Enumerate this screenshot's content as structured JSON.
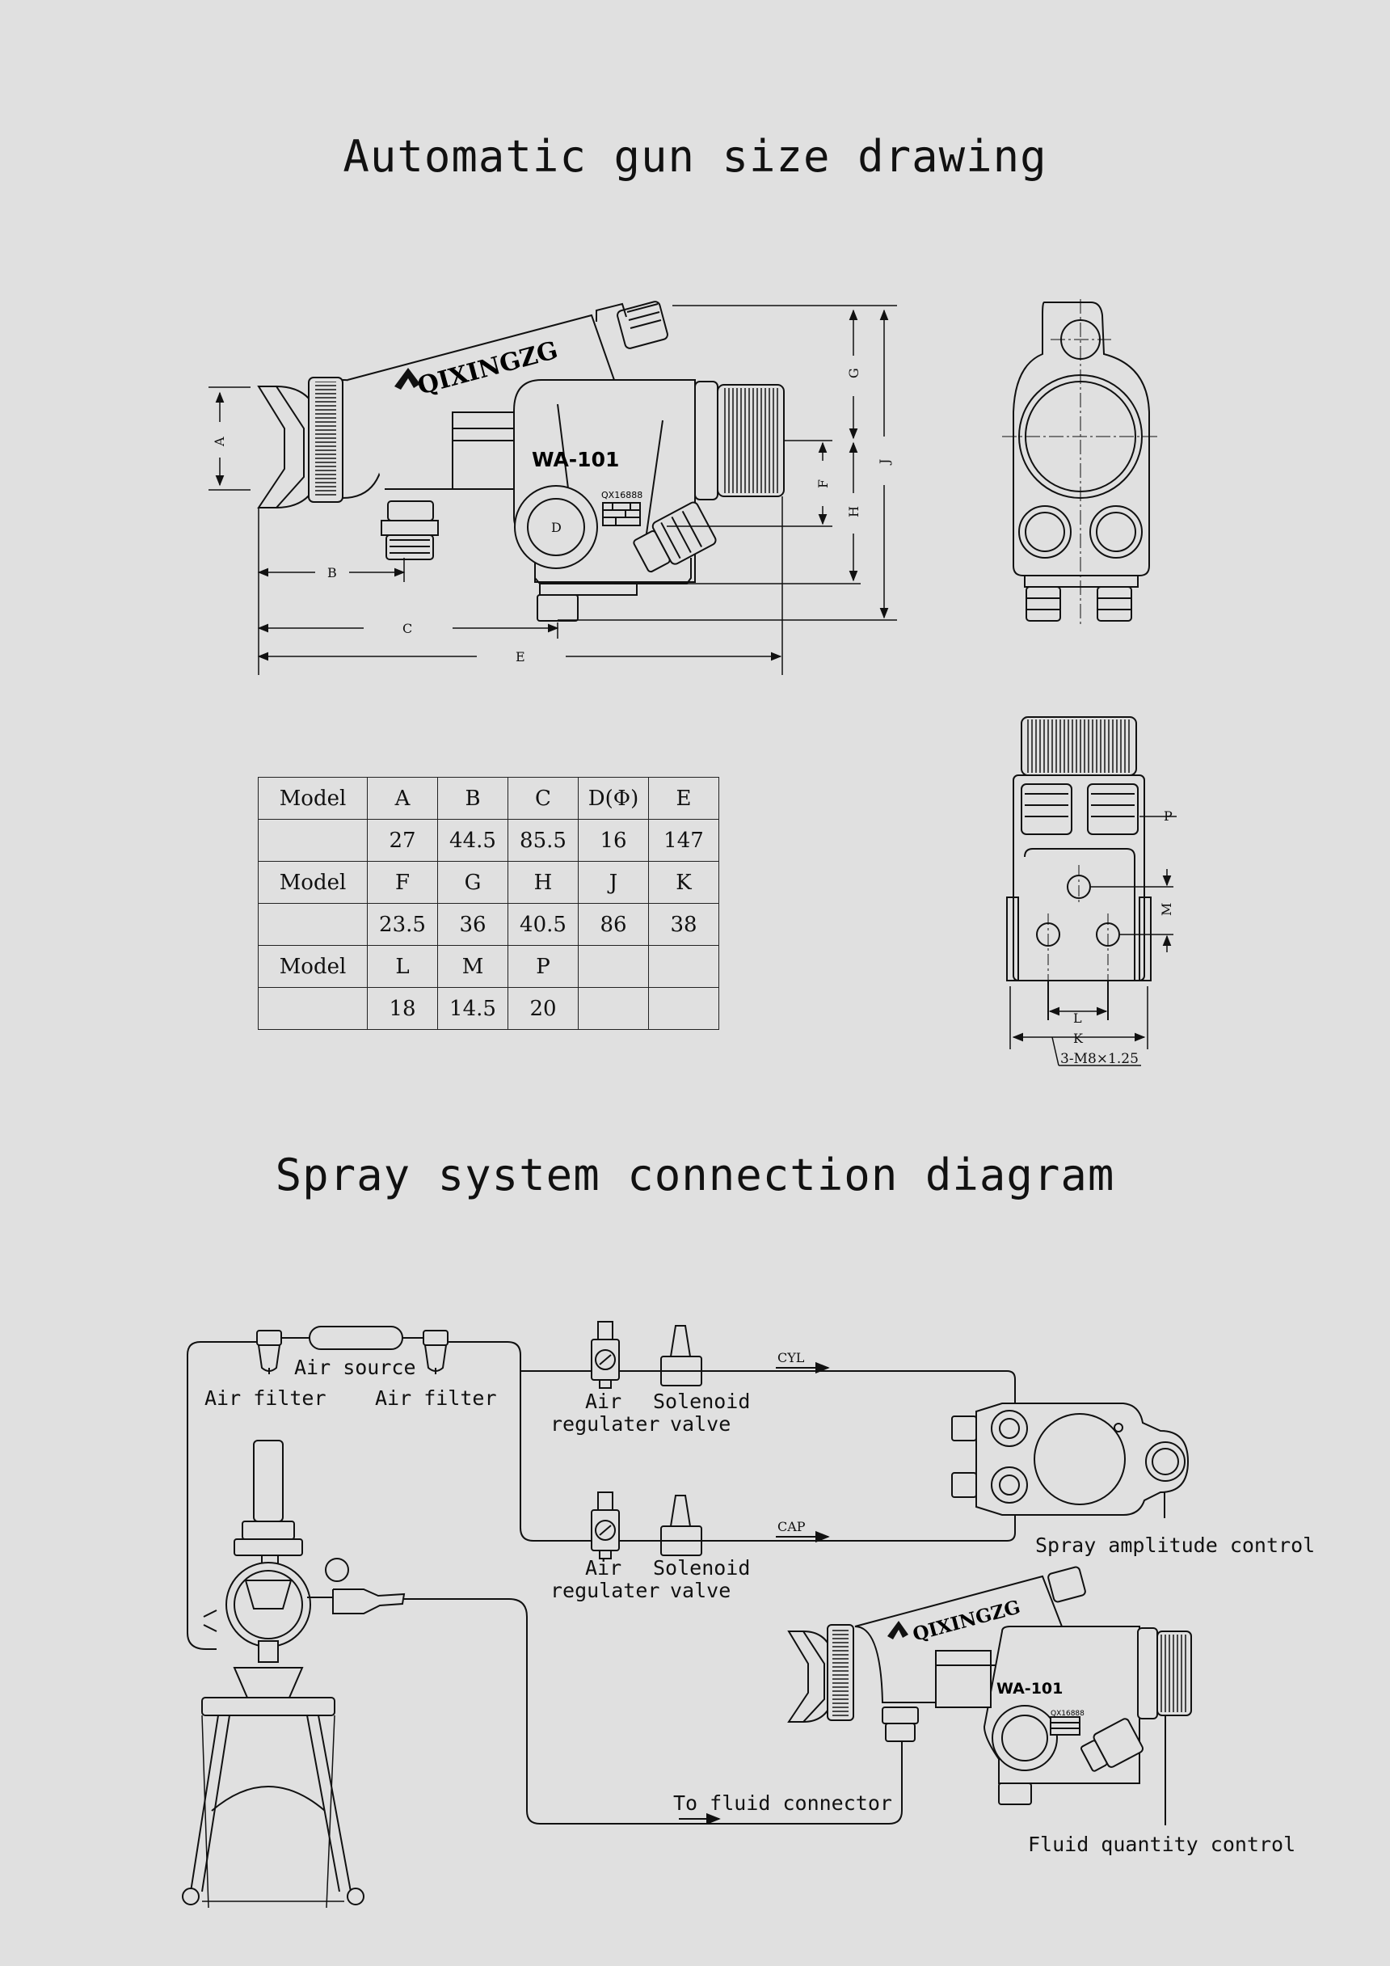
{
  "titles": {
    "size_drawing": "Automatic gun size drawing",
    "connection_diagram": "Spray system connection diagram"
  },
  "gun": {
    "brand": "QIXINGZG",
    "model": "WA-101",
    "code": "QX16888"
  },
  "dimension_labels": {
    "A": "A",
    "B": "B",
    "C": "C",
    "D": "D",
    "E": "E",
    "F": "F",
    "G": "G",
    "H": "H",
    "J": "J",
    "K": "K",
    "L": "L",
    "M": "M",
    "P": "P",
    "thread": "3-M8×1.25"
  },
  "spec_table": {
    "rows": [
      [
        "Model",
        "A",
        "B",
        "C",
        "D(Φ)",
        "E"
      ],
      [
        "",
        "27",
        "44.5",
        "85.5",
        "16",
        "147"
      ],
      [
        "Model",
        "F",
        "G",
        "H",
        "J",
        "K"
      ],
      [
        "",
        "23.5",
        "36",
        "40.5",
        "86",
        "38"
      ],
      [
        "Model",
        "L",
        "M",
        "P",
        "",
        ""
      ],
      [
        "",
        "18",
        "14.5",
        "20",
        "",
        ""
      ]
    ]
  },
  "connection": {
    "air_source": "Air source",
    "air_filter_left": "Air filter",
    "air_filter_right": "Air filter",
    "air_1": "Air",
    "regulater_1": "regulater",
    "solenoid_1": "Solenoid",
    "valve_1": "valve",
    "air_2": "Air",
    "regulater_2": "regulater",
    "solenoid_2": "Solenoid",
    "valve_2": "valve",
    "cyl": "CYL",
    "cap": "CAP",
    "spray_amplitude": "Spray amplitude control",
    "fluid_connector": "To fluid connector",
    "fluid_quantity": "Fluid quantity control"
  }
}
